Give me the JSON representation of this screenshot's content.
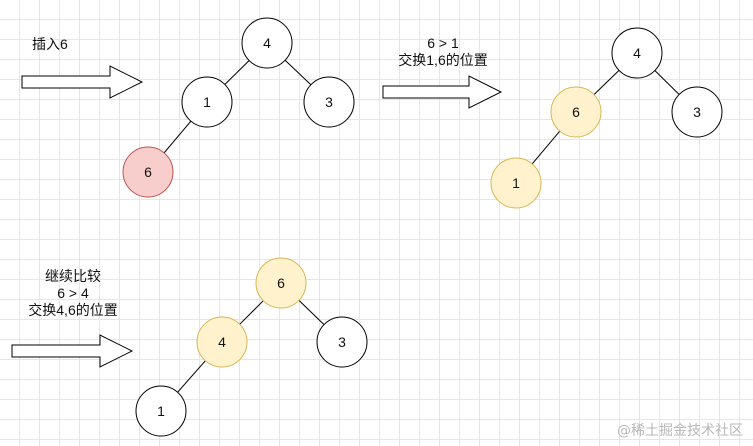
{
  "steps": [
    {
      "caption_lines": [
        "插入6"
      ]
    },
    {
      "caption_lines": [
        "6 > 1",
        "交换1,6的位置"
      ]
    },
    {
      "caption_lines": [
        "继续比较",
        "6 > 4",
        "交换4,6的位置"
      ]
    }
  ],
  "trees": [
    {
      "nodes": [
        {
          "id": "a",
          "value": "4",
          "state": "normal"
        },
        {
          "id": "b",
          "value": "1",
          "state": "normal"
        },
        {
          "id": "c",
          "value": "3",
          "state": "normal"
        },
        {
          "id": "d",
          "value": "6",
          "state": "inserted"
        }
      ],
      "edges": [
        [
          "a",
          "b"
        ],
        [
          "a",
          "c"
        ],
        [
          "b",
          "d"
        ]
      ]
    },
    {
      "nodes": [
        {
          "id": "a",
          "value": "4",
          "state": "normal"
        },
        {
          "id": "b",
          "value": "6",
          "state": "swapped"
        },
        {
          "id": "c",
          "value": "3",
          "state": "normal"
        },
        {
          "id": "d",
          "value": "1",
          "state": "swapped"
        }
      ],
      "edges": [
        [
          "a",
          "b"
        ],
        [
          "a",
          "c"
        ],
        [
          "b",
          "d"
        ]
      ]
    },
    {
      "nodes": [
        {
          "id": "a",
          "value": "6",
          "state": "swapped"
        },
        {
          "id": "b",
          "value": "4",
          "state": "swapped"
        },
        {
          "id": "c",
          "value": "3",
          "state": "normal"
        },
        {
          "id": "d",
          "value": "1",
          "state": "normal"
        }
      ],
      "edges": [
        [
          "a",
          "b"
        ],
        [
          "a",
          "c"
        ],
        [
          "b",
          "d"
        ]
      ]
    }
  ],
  "colors": {
    "normal": {
      "fill": "#ffffff",
      "stroke": "#000000"
    },
    "inserted": {
      "fill": "#f8cecc",
      "stroke": "#b85450"
    },
    "swapped": {
      "fill": "#fff2cc",
      "stroke": "#d6b656"
    }
  },
  "watermark": "@稀土掘金技术社区"
}
